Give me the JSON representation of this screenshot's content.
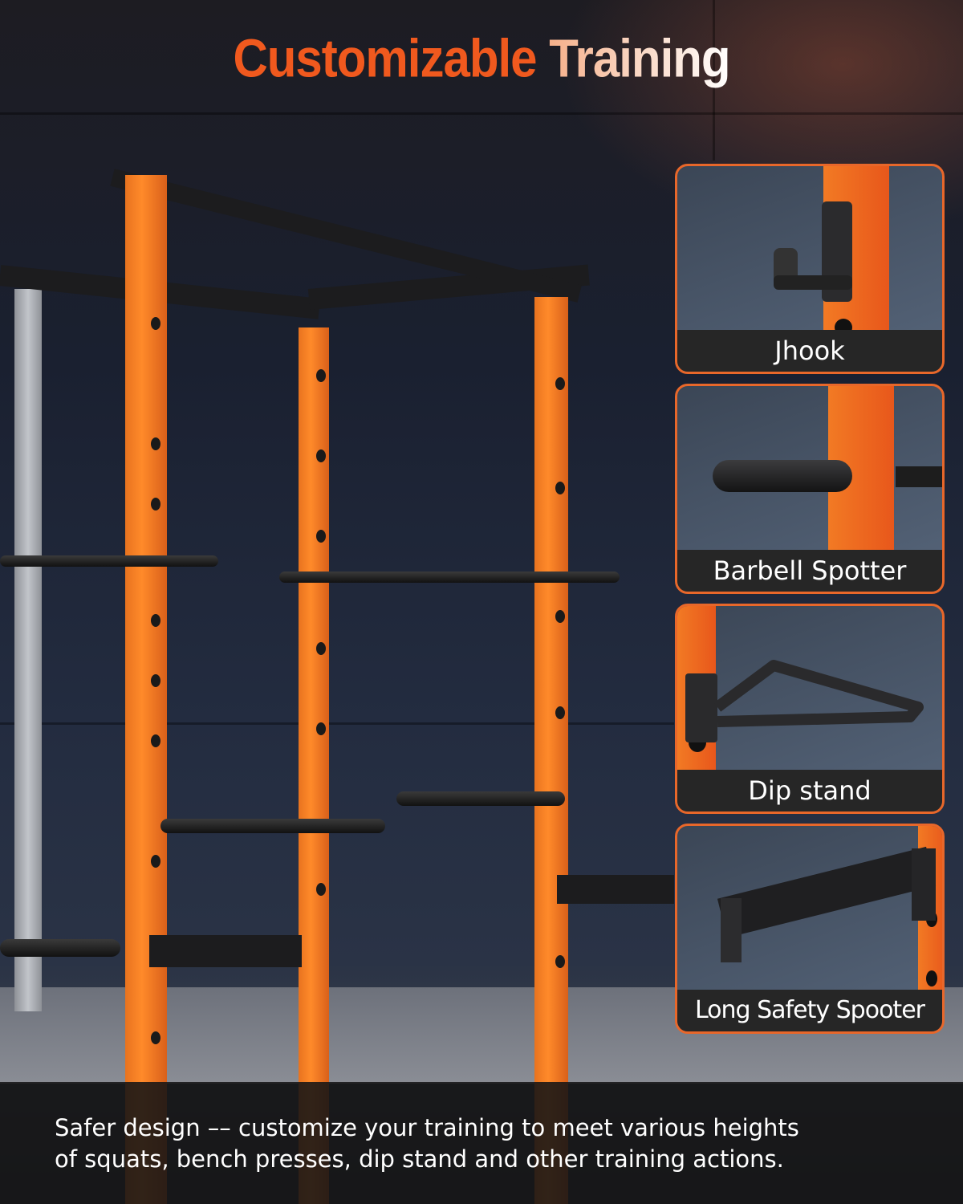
{
  "title": {
    "word1": "Customizable",
    "word2": "Training",
    "color_word1": "#f0591e"
  },
  "features": [
    {
      "label": "Jhook",
      "icon": "j-hook-icon"
    },
    {
      "label": "Barbell Spotter",
      "icon": "barbell-spotter-icon"
    },
    {
      "label": "Dip stand",
      "icon": "dip-stand-icon"
    },
    {
      "label": "Long Safety Spooter",
      "icon": "long-safety-spotter-icon"
    }
  ],
  "caption": {
    "line1": "Safer design –– customize your training to meet various heights",
    "line2": "of squats, bench presses, dip stand and other training actions."
  },
  "colors": {
    "accent_orange": "#e8672a",
    "label_bg": "#262626"
  }
}
